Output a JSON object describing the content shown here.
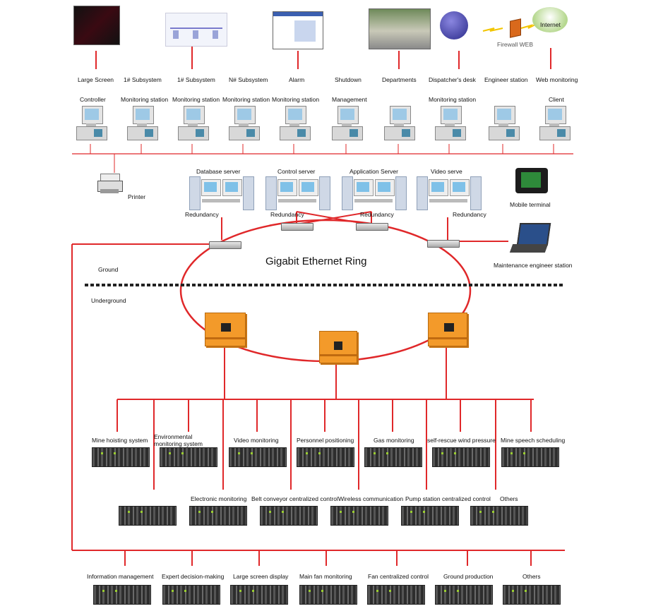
{
  "colors": {
    "line": "#e0282a",
    "ring": "#e0282a",
    "ground_divider": "#222222"
  },
  "top_sources": [
    "Large Screen",
    "1# Subsystem",
    "1# Subsystem",
    "N# Subsystem",
    "Alarm",
    "Shutdown",
    "Departments",
    "Dispatcher's desk",
    "Engineer station",
    "Web monitoring"
  ],
  "firewall_label": "Firewall WEB",
  "internet_label": "Internet",
  "workstations": [
    "Controller",
    "Monitoring station",
    "Monitoring station",
    "Monitoring station",
    "Monitoring station",
    "Management",
    "",
    "Monitoring station",
    "",
    "Client"
  ],
  "printer_label": "Printer",
  "servers": [
    "Database server",
    "Control server",
    "Application Server",
    "Video serve"
  ],
  "redundancy": [
    "Redundancy",
    "Redundancy",
    "Redundancy",
    "Redundancy"
  ],
  "mobile_terminal_label": "Mobile terminal",
  "maintenance_label": "Maintenance engineer station",
  "ring_label": "Gigabit Ethernet Ring",
  "ground_label": "Ground",
  "underground_label": "Underground",
  "subsystems_row1": [
    "Mine hoisting system",
    "Environmental monitoring system",
    "Video monitoring",
    "Personnel positioning",
    "Gas monitoring",
    "self-rescue wind pressure",
    "Mine speech scheduling"
  ],
  "subsystems_row2": [
    "Electronic  monitoring",
    "Belt  conveyor centralized  control",
    "Wireless communication",
    "Pump station centralized control",
    "Others"
  ],
  "subsystems_row3": [
    "Information management",
    "Expert  decision-making",
    "Large screen display",
    "Main fan  monitoring",
    "Fan centralized control",
    "Ground production",
    "Others"
  ]
}
